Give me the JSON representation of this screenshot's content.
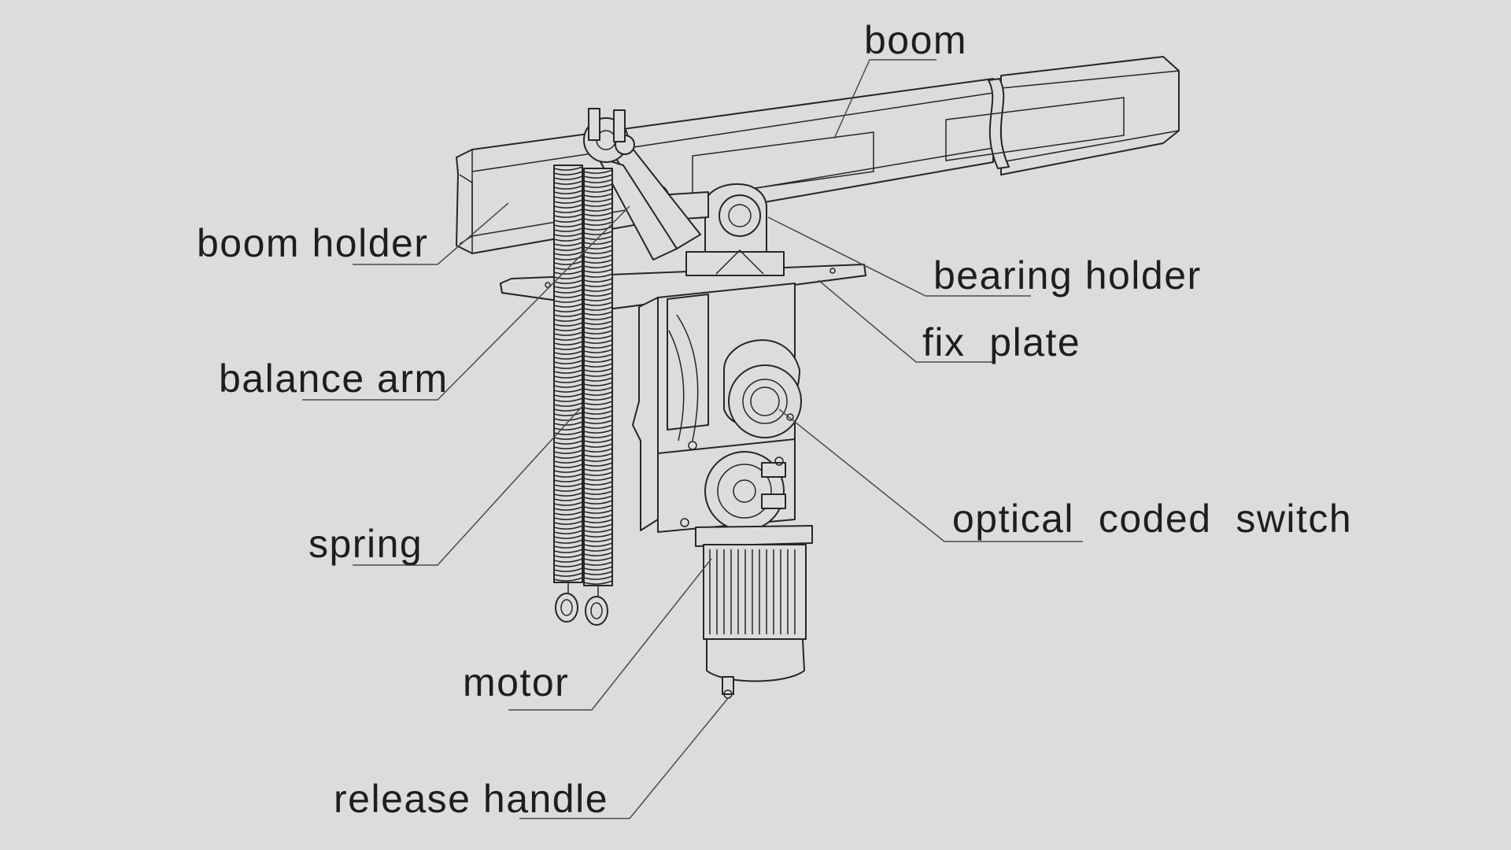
{
  "labels": {
    "boom": "boom",
    "boom_holder": "boom holder",
    "bearing_holder": "bearing holder",
    "fix_plate": "fix  plate",
    "balance_arm": "balance arm",
    "optical_coded_switch": "optical  coded  switch",
    "spring": "spring",
    "motor": "motor",
    "release_handle": "release handle"
  }
}
